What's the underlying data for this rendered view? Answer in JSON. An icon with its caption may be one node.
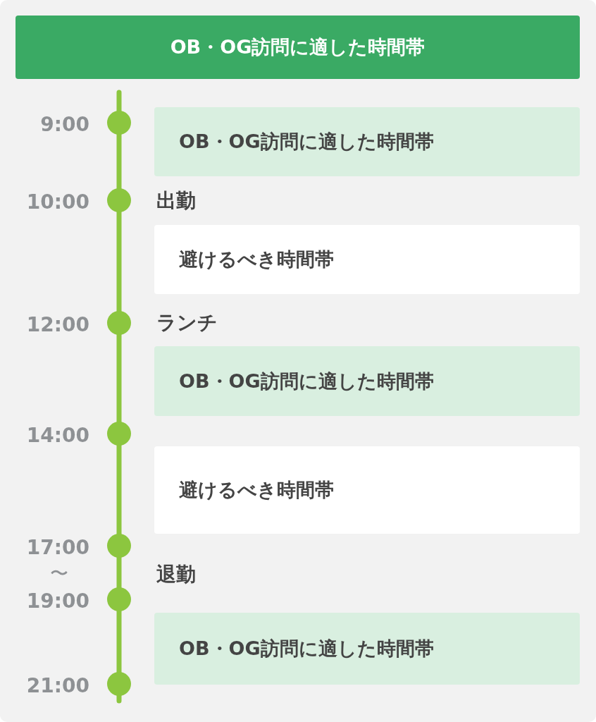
{
  "diagram": {
    "title": "OB・OG訪問に適した時間帯",
    "nodes": [
      {
        "text": [],
        "shape": "circle",
        "beside": [
          "9:00"
        ]
      },
      {
        "text": [
          "OB・OG訪問に適した時間帯"
        ]
      },
      {
        "text": [],
        "shape": "circle",
        "beside": [
          "10:00"
        ]
      },
      {
        "text": [
          "避けるべき時間帯"
        ]
      },
      {
        "text": [],
        "shape": "circle",
        "beside": [
          "12:00"
        ]
      },
      {
        "text": [
          "OB・OG訪問に適した時間帯"
        ]
      },
      {
        "text": [],
        "shape": "circle",
        "beside": [
          "14:00"
        ]
      },
      {
        "text": [
          "避けるべき時間帯"
        ]
      },
      {
        "text": [],
        "shape": "circle",
        "beside": [
          "17:00"
        ]
      },
      {
        "text": [],
        "shape": "circle",
        "beside": [
          "19:00"
        ]
      },
      {
        "text": [
          "OB・OG訪問に適した時間帯"
        ]
      },
      {
        "text": [],
        "shape": "circle",
        "beside": [
          "21:00"
        ]
      }
    ],
    "edges": [
      {
        "from": null,
        "to": 0,
        "arrow": "none"
      },
      {
        "from": 0,
        "to": 2,
        "arrow": "none"
      },
      {
        "from": 2,
        "to": 4,
        "arrow": "none"
      },
      {
        "from": 4,
        "to": 6,
        "arrow": "none"
      },
      {
        "from": 6,
        "to": 8,
        "arrow": "none"
      },
      {
        "from": 8,
        "to": 9,
        "arrow": "none"
      },
      {
        "from": 9,
        "to": 11,
        "arrow": "none"
      },
      {
        "from": 11,
        "to": null,
        "arrow": "none"
      }
    ],
    "labels": [
      "出勤",
      "ランチ",
      "〜",
      "退勤"
    ]
  }
}
